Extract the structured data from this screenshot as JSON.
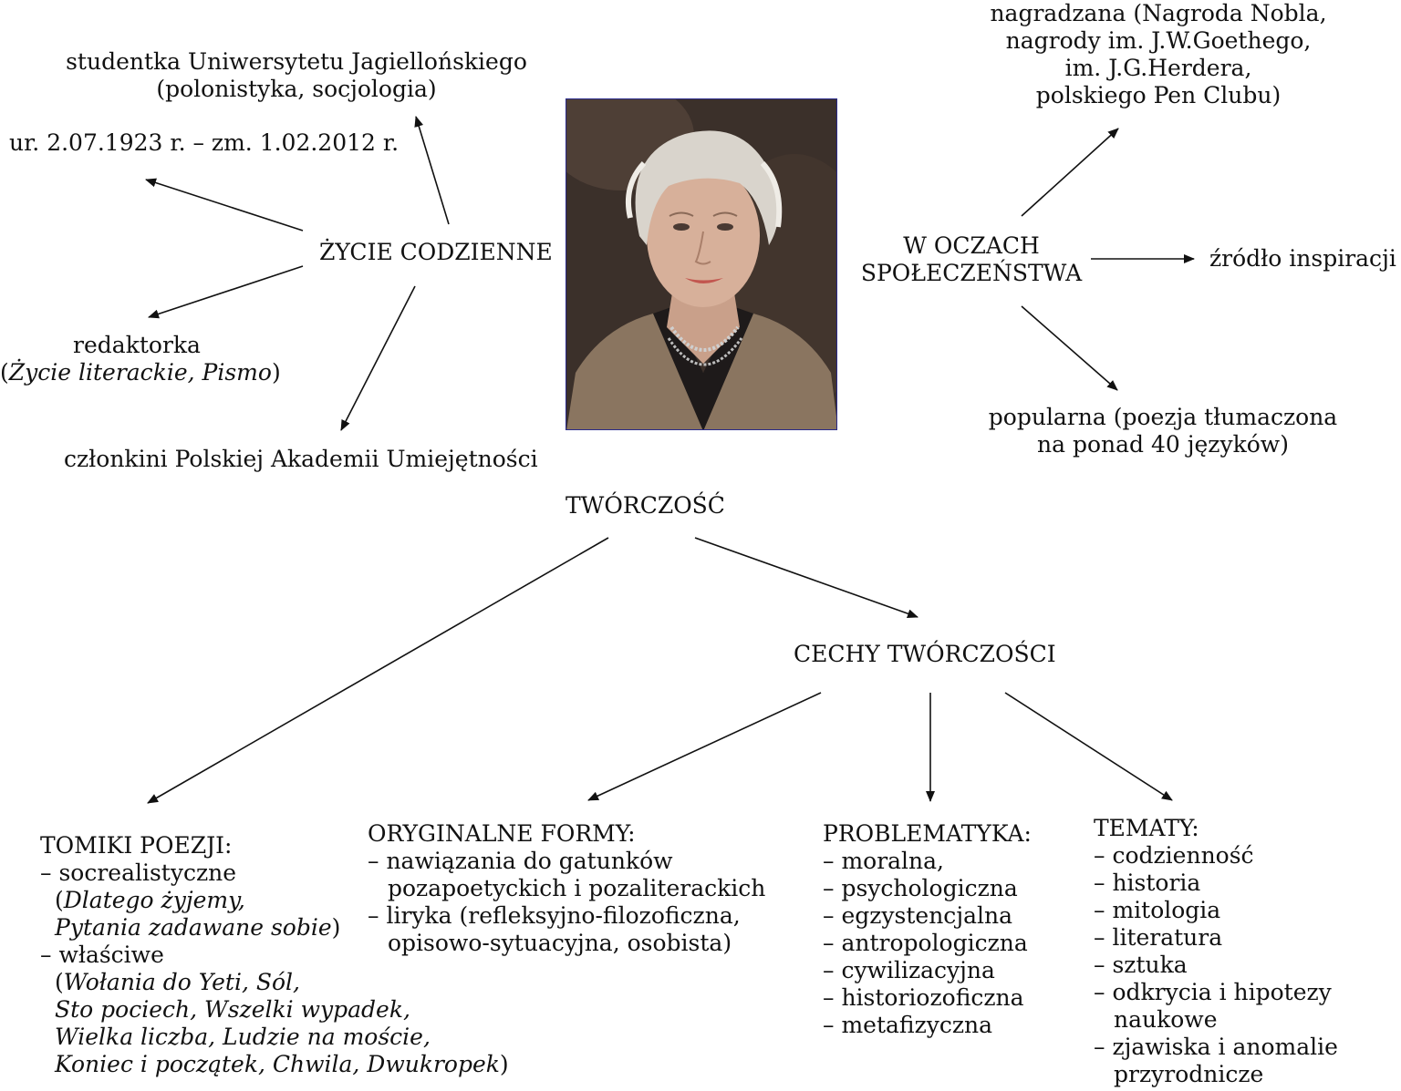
{
  "zycie": {
    "hub": "ŻYCIE CODZIENNE",
    "studentka_1": "studentka Uniwersytetu Jagiellońskiego",
    "studentka_2": "(polonistyka, socjologia)",
    "dates": "ur. 2.07.1923 r. – zm. 1.02.2012 r.",
    "redaktorka_1": "redaktorka",
    "redaktorka_2_open": "(",
    "redaktorka_2_italic": "Życie literackie, Pismo",
    "redaktorka_2_close": ")",
    "czlonkini": "członkini Polskiej Akademii Umiejętności"
  },
  "spoleczenstwo": {
    "hub_1": "W OCZACH",
    "hub_2": "SPOŁECZEŃSTWA",
    "nagrody": [
      "nagradzana (Nagroda Nobla,",
      "nagrody im. J.W.Goethego,",
      "im. J.G.Herdera,",
      "polskiego Pen Clubu)"
    ],
    "zrodlo": "źródło inspiracji",
    "popularna_1": "popularna (poezja tłumaczona",
    "popularna_2": "na ponad 40 języków)"
  },
  "tworczosc": {
    "hub": "TWÓRCZOŚĆ",
    "cechy": "CECHY TWÓRCZOŚCI"
  },
  "tomiki": {
    "title": "TOMIKI POEZJI:",
    "socr": "– socrealistyczne",
    "socr_w1": "Dlatego żyjemy,",
    "socr_w2": "Pytania zadawane sobie",
    "wlasciwe": "– właściwe",
    "wl_w1": "Wołania do Yeti, Sól,",
    "wl_w2": "Sto pociech, Wszelki wypadek,",
    "wl_w3": "Wielka liczba, Ludzie na moście,",
    "wl_w4": "Koniec i początek, Chwila, Dwukropek",
    "open": "(",
    "close": ")"
  },
  "formy": {
    "title": "ORYGINALNE FORMY:",
    "l1": "– nawiązania do gatunków",
    "l2": "pozapoetyckich i pozaliterackich",
    "l3": "– liryka (refleksyjno-filozoficzna,",
    "l4": "opisowo-sytuacyjna, osobista)"
  },
  "problematyka": {
    "title": "PROBLEMATYKA:",
    "items": [
      "– moralna,",
      "– psychologiczna",
      "– egzystencjalna",
      "– antropologiczna",
      "– cywilizacyjna",
      "– historiozoficzna",
      "– metafizyczna"
    ]
  },
  "tematy": {
    "title": "TEMATY:",
    "items": [
      "– codzienność",
      "– historia",
      "– mitologia",
      "– literatura",
      "– sztuka",
      "– odkrycia i hipotezy",
      "naukowe",
      "– zjawiska i anomalie",
      "przyrodnicze"
    ]
  }
}
